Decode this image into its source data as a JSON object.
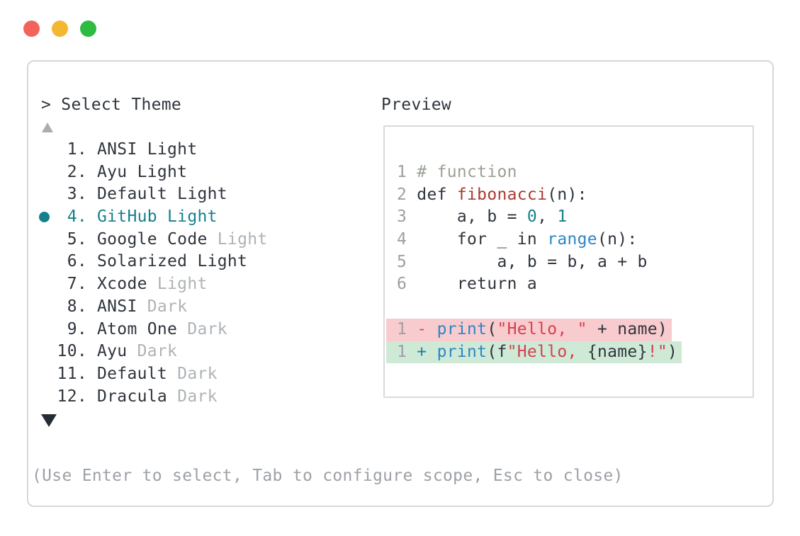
{
  "window": {
    "controls": [
      {
        "name": "close",
        "color": "#f2635e"
      },
      {
        "name": "minimize",
        "color": "#f4b731"
      },
      {
        "name": "zoom",
        "color": "#2dbb41"
      }
    ]
  },
  "panel": {
    "prompt": "> Select Theme",
    "hint": "(Use Enter to select, Tab to configure scope, Esc to close)",
    "icons": {
      "scroll_up": "▲",
      "scroll_down": "▼",
      "selected_bullet": "●"
    },
    "theme_list": {
      "items": [
        {
          "num": "1.",
          "name": "ANSI Light",
          "suffix": "",
          "selected": false
        },
        {
          "num": "2.",
          "name": "Ayu Light",
          "suffix": "",
          "selected": false
        },
        {
          "num": "3.",
          "name": "Default Light",
          "suffix": "",
          "selected": false
        },
        {
          "num": "4.",
          "name": "GitHub Light",
          "suffix": "",
          "selected": true
        },
        {
          "num": "5.",
          "name": "Google Code",
          "suffix": "Light",
          "selected": false
        },
        {
          "num": "6.",
          "name": "Solarized Light",
          "suffix": "",
          "selected": false
        },
        {
          "num": "7.",
          "name": "Xcode",
          "suffix": "Light",
          "selected": false
        },
        {
          "num": "8.",
          "name": "ANSI",
          "suffix": "Dark",
          "selected": false
        },
        {
          "num": "9.",
          "name": "Atom One",
          "suffix": "Dark",
          "selected": false
        },
        {
          "num": "10.",
          "name": "Ayu",
          "suffix": "Dark",
          "selected": false
        },
        {
          "num": "11.",
          "name": "Default",
          "suffix": "Dark",
          "selected": false
        },
        {
          "num": "12.",
          "name": "Dracula",
          "suffix": "Dark",
          "selected": false
        }
      ]
    },
    "preview": {
      "label": "Preview",
      "lines": [
        {
          "ln": "1",
          "diff": "",
          "segments": [
            {
              "t": "# function",
              "s": "comment"
            }
          ]
        },
        {
          "ln": "2",
          "diff": "",
          "segments": [
            {
              "t": "def ",
              "s": "t"
            },
            {
              "t": "fibonacci",
              "s": "fn"
            },
            {
              "t": "(n):",
              "s": "t"
            }
          ]
        },
        {
          "ln": "3",
          "diff": "",
          "segments": [
            {
              "t": "    a, b = ",
              "s": "t"
            },
            {
              "t": "0",
              "s": "num"
            },
            {
              "t": ", ",
              "s": "t"
            },
            {
              "t": "1",
              "s": "num"
            }
          ]
        },
        {
          "ln": "4",
          "diff": "",
          "segments": [
            {
              "t": "    for _ in ",
              "s": "t"
            },
            {
              "t": "range",
              "s": "kw"
            },
            {
              "t": "(n):",
              "s": "t"
            }
          ]
        },
        {
          "ln": "5",
          "diff": "",
          "segments": [
            {
              "t": "        a, b = b, a + b",
              "s": "t"
            }
          ]
        },
        {
          "ln": "6",
          "diff": "",
          "segments": [
            {
              "t": "    return a",
              "s": "t"
            }
          ]
        },
        {
          "ln": "",
          "diff": "",
          "segments": []
        },
        {
          "ln": "1",
          "diff": "del",
          "segments": [
            {
              "t": "- ",
              "s": "del"
            },
            {
              "t": "print",
              "s": "kw"
            },
            {
              "t": "(",
              "s": "t"
            },
            {
              "t": "\"Hello, \"",
              "s": "str"
            },
            {
              "t": " + name)",
              "s": "t"
            }
          ]
        },
        {
          "ln": "1",
          "diff": "add",
          "segments": [
            {
              "t": "+ ",
              "s": "add"
            },
            {
              "t": "print",
              "s": "kw"
            },
            {
              "t": "(f",
              "s": "t"
            },
            {
              "t": "\"Hello, ",
              "s": "str"
            },
            {
              "t": "{name}",
              "s": "t"
            },
            {
              "t": "!\"",
              "s": "str"
            },
            {
              "t": ")",
              "s": "t"
            }
          ]
        }
      ]
    },
    "colors": {
      "text": "#2f353d",
      "muted_suffix": "#aeb3b7",
      "hint_gray": "#9ca1a7",
      "accent_teal": "#177f8b",
      "keyword_blue": "#2e86c6",
      "function_red": "#a93b2f",
      "string_red": "#d6404e",
      "comment_green_gray": "#9aa294",
      "line_number_gray": "#9ba0a5",
      "diff_delete_bg": "#f8cbce",
      "diff_add_bg": "#cfe9d7",
      "border_gray": "#d6d7d8"
    }
  }
}
